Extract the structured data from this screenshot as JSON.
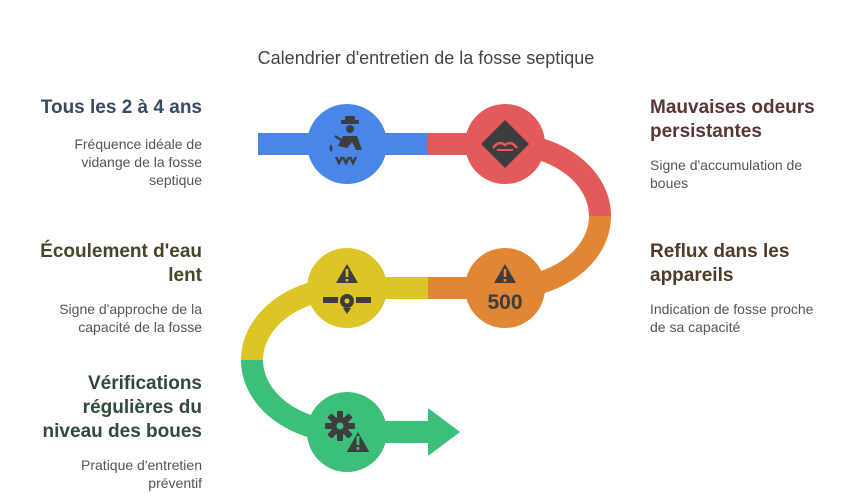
{
  "title": "Calendrier d'entretien de la fosse septique",
  "colors": {
    "blue": "#4a86e8",
    "red": "#e35a5a",
    "orange": "#e08634",
    "yellow": "#dcc524",
    "green": "#3cc079",
    "icon": "#3d3d3d"
  },
  "steps": [
    {
      "title": "Tous les 2 à 4 ans",
      "description": "Fréquence idéale de vidange de la fosse septique",
      "icon": "septic-worker-icon",
      "color": "#4a86e8",
      "title_color": "#3a4a63"
    },
    {
      "title": "Mauvaises odeurs persistantes",
      "description": "Signe d'accumulation de boues",
      "icon": "odor-warning-icon",
      "color": "#e35a5a",
      "title_color": "#5a3535"
    },
    {
      "title": "Reflux dans les appareils",
      "description": "Indication de fosse proche de sa capacité",
      "icon": "warning-500-icon",
      "color": "#e08634",
      "title_color": "#4f3b26"
    },
    {
      "title": "Écoulement d'eau lent",
      "description": "Signe d'approche de la capacité de la fosse",
      "icon": "slow-flow-warning-icon",
      "color": "#dcc524",
      "title_color": "#4a4428"
    },
    {
      "title": "Vérifications régulières du niveau des boues",
      "description": "Pratique d'entretien préventif",
      "icon": "gear-warning-icon",
      "color": "#3cc079",
      "title_color": "#2f4a3a"
    }
  ],
  "icon_text": {
    "reflux_number": "500"
  }
}
